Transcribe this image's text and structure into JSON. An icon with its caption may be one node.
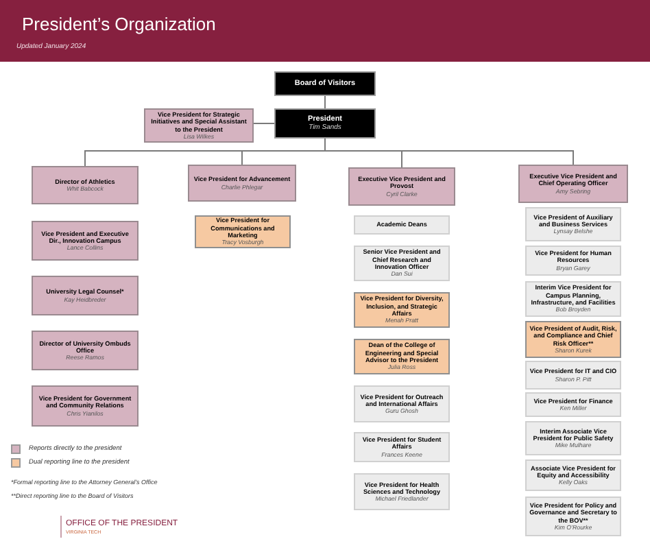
{
  "diagram": {
    "title": "President’s Organization",
    "nodes": [
      {
        "text": [
          "Board of Visitors"
        ]
      },
      {
        "text": [
          "President",
          "Tim Sands"
        ]
      },
      {
        "text": [
          "Vice President for Strategic Initiatives and Special Assistant to the President",
          "Lisa Wilkes"
        ]
      },
      {
        "text": [
          "Director of Athletics",
          "Whit Babcock"
        ]
      },
      {
        "text": [
          "Vice President and Executive Dir., Innovation Campus",
          "Lance Collins"
        ]
      },
      {
        "text": [
          "University Legal Counsel*",
          "Kay Heidbreder"
        ]
      },
      {
        "text": [
          "Director of University Ombuds Office",
          "Reese Ramos"
        ]
      },
      {
        "text": [
          "Vice President for Government and Community Relations",
          "Chris Yianilos"
        ]
      },
      {
        "text": [
          "Vice President for Advancement",
          "Charlie Phlegar"
        ]
      },
      {
        "text": [
          "Vice President for Communications and Marketing",
          "Tracy Vosburgh"
        ]
      },
      {
        "text": [
          "Executive Vice President and Provost",
          "Cyril Clarke"
        ]
      },
      {
        "text": [
          "Academic Deans"
        ]
      },
      {
        "text": [
          "Senior Vice President and Chief Research and Innovation Officer",
          "Dan Sui"
        ]
      },
      {
        "text": [
          "Vice President for Diversity, Inclusion, and Strategic Affairs",
          "Menah Pratt"
        ]
      },
      {
        "text": [
          "Dean of the College of Engineering and Special Advisor to the President",
          "Julia Ross"
        ]
      },
      {
        "text": [
          "Vice President for Outreach and International Affairs",
          "Guru Ghosh"
        ]
      },
      {
        "text": [
          "Vice President for Student Affairs",
          "Frances Keene"
        ]
      },
      {
        "text": [
          "Vice President for Health Sciences and Technology",
          "Michael Friedlander"
        ]
      },
      {
        "text": [
          "Executive Vice President and Chief Operating Officer",
          "Amy Sebring"
        ]
      },
      {
        "text": [
          "Vice President of Auxiliary and Business Services",
          "Lynsay Belshe"
        ]
      },
      {
        "text": [
          "Vice President for Human Resources",
          "Bryan Garey"
        ]
      },
      {
        "text": [
          "Interim Vice President for Campus Planning, Infrastructure, and Facilities",
          "Bob Broyden"
        ]
      },
      {
        "text": [
          "Vice President of Audit, Risk, and Compliance and Chief Risk Officer**",
          "Sharon Kurek"
        ]
      },
      {
        "text": [
          "Vice President for IT and CIO",
          "Sharon P. Pitt"
        ]
      },
      {
        "text": [
          "Vice President for Finance",
          "Ken Miller"
        ]
      },
      {
        "text": [
          "Interim Associate Vice President for Public Safety",
          "Mike Mulhare"
        ]
      },
      {
        "text": [
          "Associate Vice President for Equity and Accessibility",
          "Kelly Oaks"
        ]
      },
      {
        "text": [
          "Vice President for Policy and Governance and Secretary to the BOV**",
          "Kim O’Rourke"
        ]
      }
    ],
    "edges": [
      {
        "from": 0,
        "to": 1,
        "arrow": "none"
      },
      {
        "from": 2,
        "to": 1,
        "arrow": "none"
      },
      {
        "from": 1,
        "to": 3,
        "arrow": "none"
      },
      {
        "from": 1,
        "to": 8,
        "arrow": "none"
      },
      {
        "from": 1,
        "to": 10,
        "arrow": "none"
      },
      {
        "from": 1,
        "to": 18,
        "arrow": "none"
      }
    ],
    "labels": [
      "Updated January 2024",
      "*Formal reporting line to the Attorney General’s Office",
      "**Direct reporting line to the Board of Visitors",
      "OFFICE OF THE PRESIDENT",
      "VIRGINIA TECH"
    ],
    "legend": [
      {
        "text": "Reports directly to the president",
        "color": "#d5b3c0"
      },
      {
        "text": "Dual reporting line to the president",
        "color": "#f6c9a2"
      }
    ]
  }
}
